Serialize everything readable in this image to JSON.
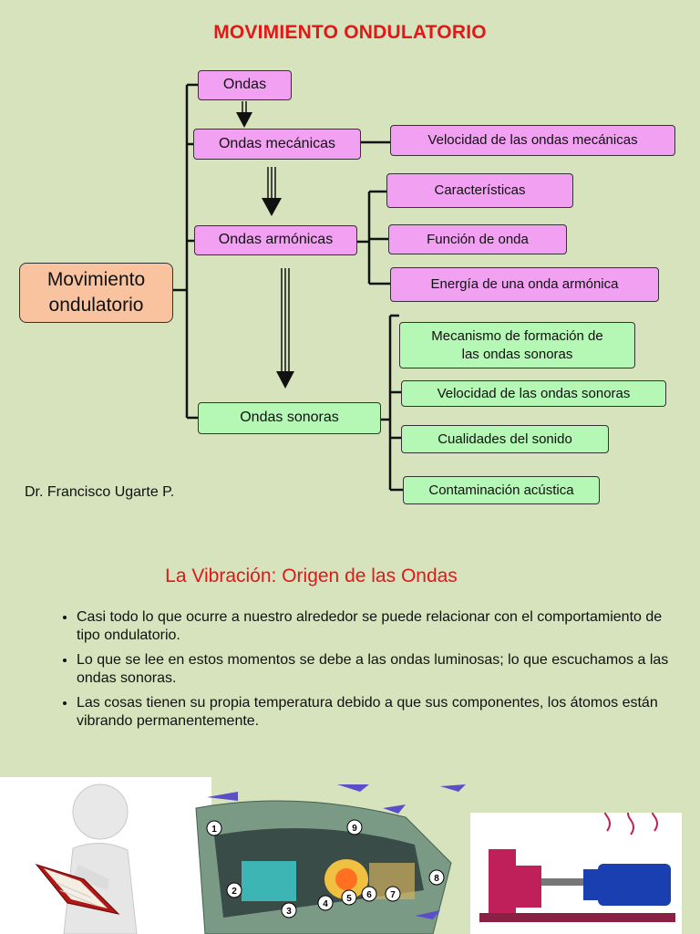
{
  "page": {
    "title": "MOVIMIENTO ONDULATORIO",
    "author": "Dr. Francisco Ugarte P."
  },
  "diagram": {
    "root": "Movimiento ondulatorio",
    "nodes": {
      "ondas": "Ondas",
      "mecanicas": "Ondas mecánicas",
      "armonicas": "Ondas armónicas",
      "sonoras": "Ondas sonoras"
    },
    "mecanicas_children": [
      "Velocidad de las ondas mecánicas"
    ],
    "armonicas_children": [
      "Características",
      "Función de onda",
      "Energía de una onda armónica"
    ],
    "sonoras_children": [
      "Mecanismo de formación de las ondas sonoras",
      "Velocidad de las ondas sonoras",
      "Cualidades del sonido",
      "Contaminación acústica"
    ],
    "colors": {
      "pink": "#f2a0f2",
      "green": "#b5f7b5",
      "peach": "#f8c39e",
      "background": "#d6e3bd"
    }
  },
  "section": {
    "heading": "La Vibración: Origen de las Ondas",
    "bullets": [
      "Casi todo lo que ocurre a nuestro alrededor se puede relacionar con el comportamiento de tipo ondulatorio.",
      "Lo que se lee en estos momentos se debe a las ondas luminosas; lo que escuchamos a las ondas sonoras.",
      "Las cosas tienen su propia temperatura debido a que sus componentes, los átomos están vibrando permanentemente."
    ],
    "title_color": "#e01818"
  },
  "images": {
    "turbine_numbers": [
      "1",
      "2",
      "3",
      "4",
      "5",
      "6",
      "7",
      "8",
      "9"
    ]
  }
}
